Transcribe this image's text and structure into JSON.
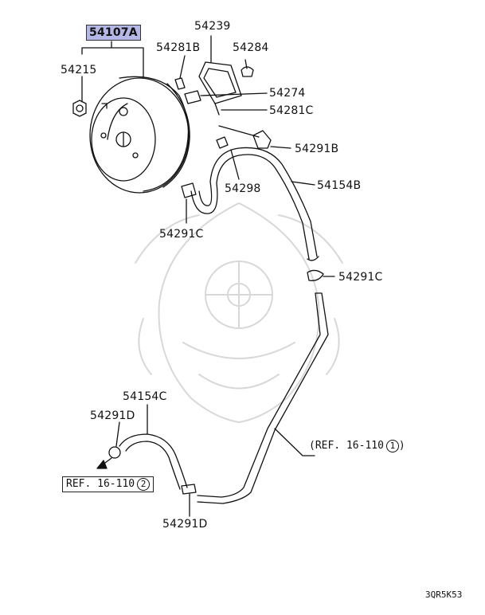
{
  "diagram": {
    "labels": {
      "main_assembly": "54107A",
      "p54215": "54215",
      "p54239": "54239",
      "p54281b": "54281B",
      "p54284": "54284",
      "p54274": "54274",
      "p54281c": "54281C",
      "p54291b": "54291B",
      "p54298": "54298",
      "p54154b": "54154B",
      "p54291c_top": "54291C",
      "p54291c_right": "54291C",
      "p54154c": "54154C",
      "p54291d_top": "54291D",
      "p54291d_bottom": "54291D"
    },
    "refs": {
      "ref1_text": "(REF. 16-110",
      "ref1_num": "1",
      "ref1_close": ")",
      "ref2_text": "REF. 16-110",
      "ref2_num": "2"
    },
    "diagram_code": "3QR5K53"
  }
}
